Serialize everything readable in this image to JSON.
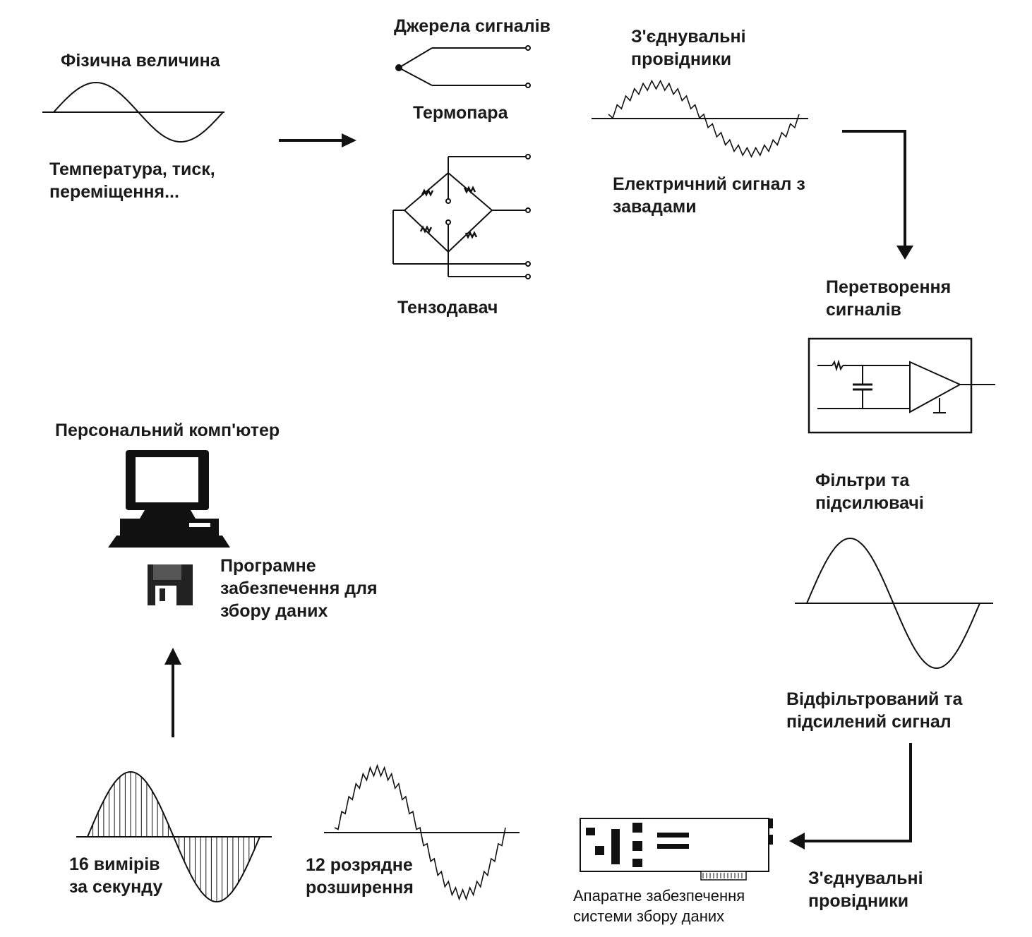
{
  "labels": {
    "physical_quantity": "Фізична величина",
    "physical_examples": [
      "Температура, тиск,",
      "переміщення..."
    ],
    "signal_sources": "Джерела сигналів",
    "thermocouple": "Термопара",
    "strain_gauge": "Тензодавач",
    "connecting_wires_top": [
      "З'єднувальні",
      "провідники"
    ],
    "noisy_signal": [
      "Електричний сигнал з",
      "завадами"
    ],
    "signal_conditioning": [
      "Перетворення",
      "сигналів"
    ],
    "filters_amplifiers": [
      "Фільтри та",
      "підсилювачі"
    ],
    "filtered_signal": [
      "Відфільтрований та",
      "підсилений сигнал"
    ],
    "connecting_wires_bottom": [
      "З'єднувальні",
      "провідники"
    ],
    "daq_hardware": [
      "Апаратне забезпечення",
      "системи збору даних"
    ],
    "resolution": [
      "12 розрядне",
      "розширення"
    ],
    "sampling_rate": [
      "16 вимірів",
      "за секунду"
    ],
    "software": [
      "Програмне",
      "забезпечення для",
      "збору даних"
    ],
    "personal_computer": "Персональний комп'ютер"
  },
  "colors": {
    "ink": "#111111",
    "background": "#ffffff"
  }
}
